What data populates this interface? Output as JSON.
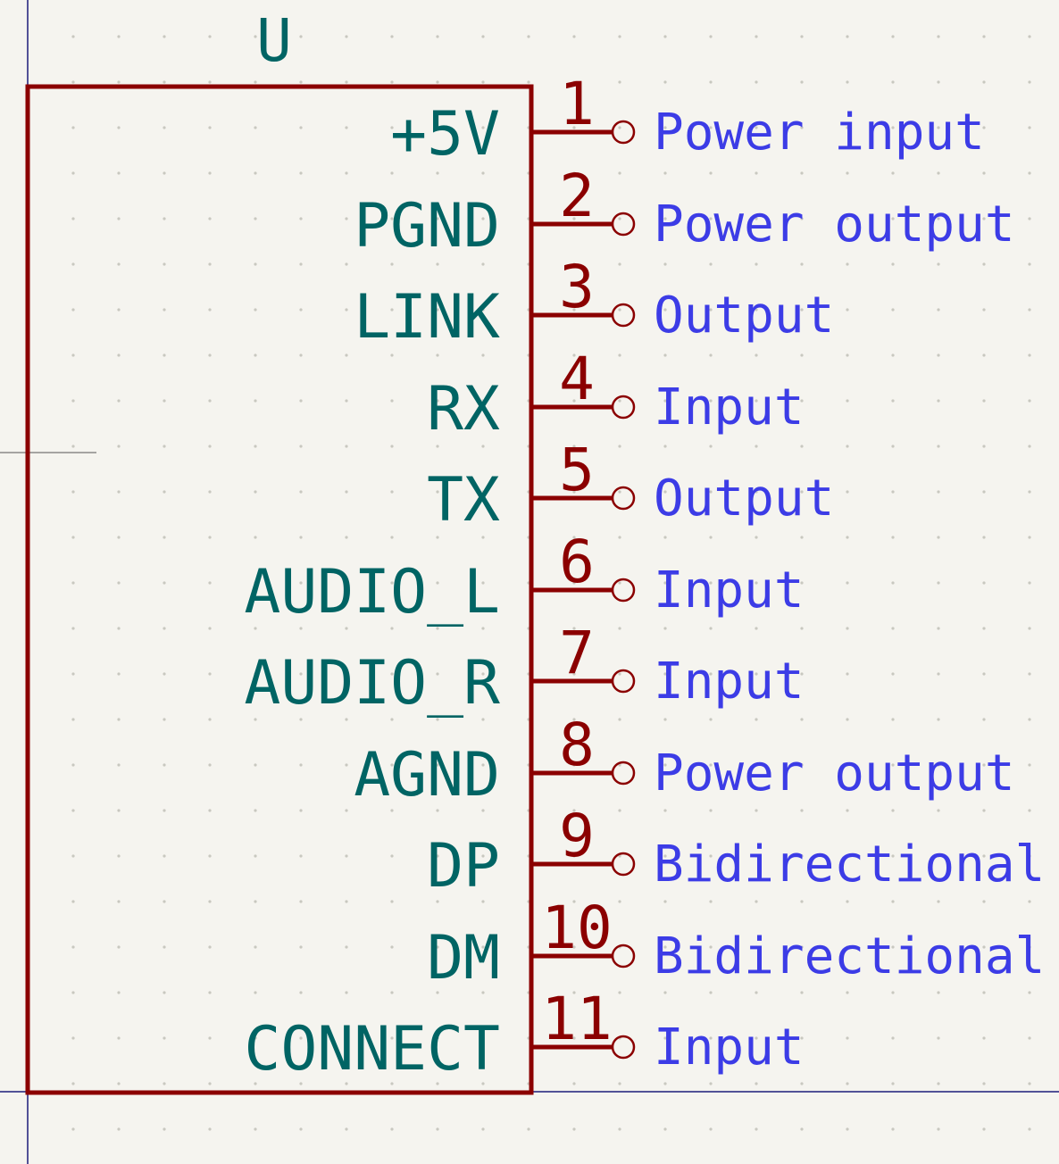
{
  "symbol": {
    "reference": "U",
    "pins": [
      {
        "number": "1",
        "name": "+5V",
        "type": "Power input"
      },
      {
        "number": "2",
        "name": "PGND",
        "type": "Power output"
      },
      {
        "number": "3",
        "name": "LINK",
        "type": "Output"
      },
      {
        "number": "4",
        "name": "RX",
        "type": "Input"
      },
      {
        "number": "5",
        "name": "TX",
        "type": "Output"
      },
      {
        "number": "6",
        "name": "AUDIO_L",
        "type": "Input"
      },
      {
        "number": "7",
        "name": "AUDIO_R",
        "type": "Input"
      },
      {
        "number": "8",
        "name": "AGND",
        "type": "Power output"
      },
      {
        "number": "9",
        "name": "DP",
        "type": "Bidirectional"
      },
      {
        "number": "10",
        "name": "DM",
        "type": "Bidirectional"
      },
      {
        "number": "11",
        "name": "CONNECT",
        "type": "Input"
      }
    ]
  },
  "colors": {
    "background": "#f5f4ef",
    "body_outline": "#8b0000",
    "pin_line": "#8b0000",
    "pin_name": "#006464",
    "pin_number": "#8b0000",
    "pin_type": "#3c3ce6",
    "grid_dot": "#c8c8c0",
    "axis_line": "#1c1c7a"
  }
}
